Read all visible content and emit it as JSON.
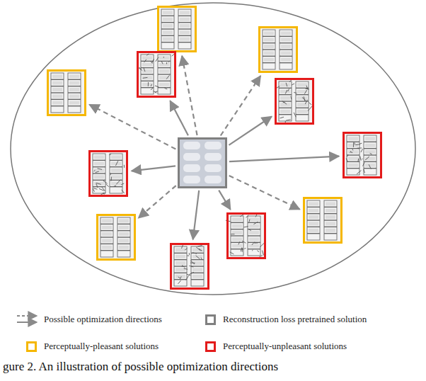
{
  "diagram": {
    "caption": "gure 2. An illustration of possible optimization directions",
    "legend": [
      {
        "text": "Possible optimization directions"
      },
      {
        "text": "Reconstruction loss pretrained solution",
        "color": "#808080"
      },
      {
        "text": "Perceptually-pleasant solutions",
        "color": "#f5b700"
      },
      {
        "text": "Perceptually-unpleasant solutions",
        "color": "#e31b1b"
      }
    ]
  }
}
